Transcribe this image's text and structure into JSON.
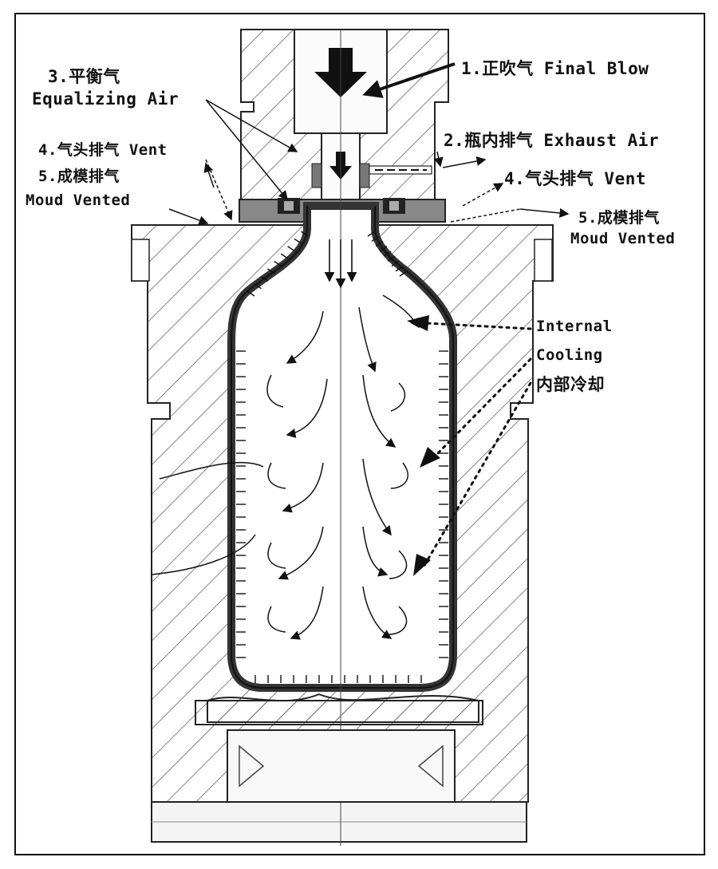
{
  "labels": {
    "final_blow": "1.正吹气 Final Blow",
    "exhaust_air": "2.瓶内排气 Exhaust Air",
    "equalizing_cn": "3.平衡气",
    "equalizing_en": "Equalizing Air",
    "vent_left": "4.气头排气 Vent",
    "vent_right": "4.气头排气 Vent",
    "mould_vented_left_cn": "5.成模排气",
    "mould_vented_left_en": "Moud Vented",
    "mould_vented_right_cn": "5.成模排气",
    "mould_vented_right_en": "Moud Vented",
    "internal_cooling_1": "Internal",
    "internal_cooling_2": "Cooling",
    "internal_cooling_cn": "内部冷却"
  },
  "colors": {
    "ink": "#111111",
    "hatch": "#555555",
    "paper": "#ffffff",
    "wall": "#333333"
  }
}
